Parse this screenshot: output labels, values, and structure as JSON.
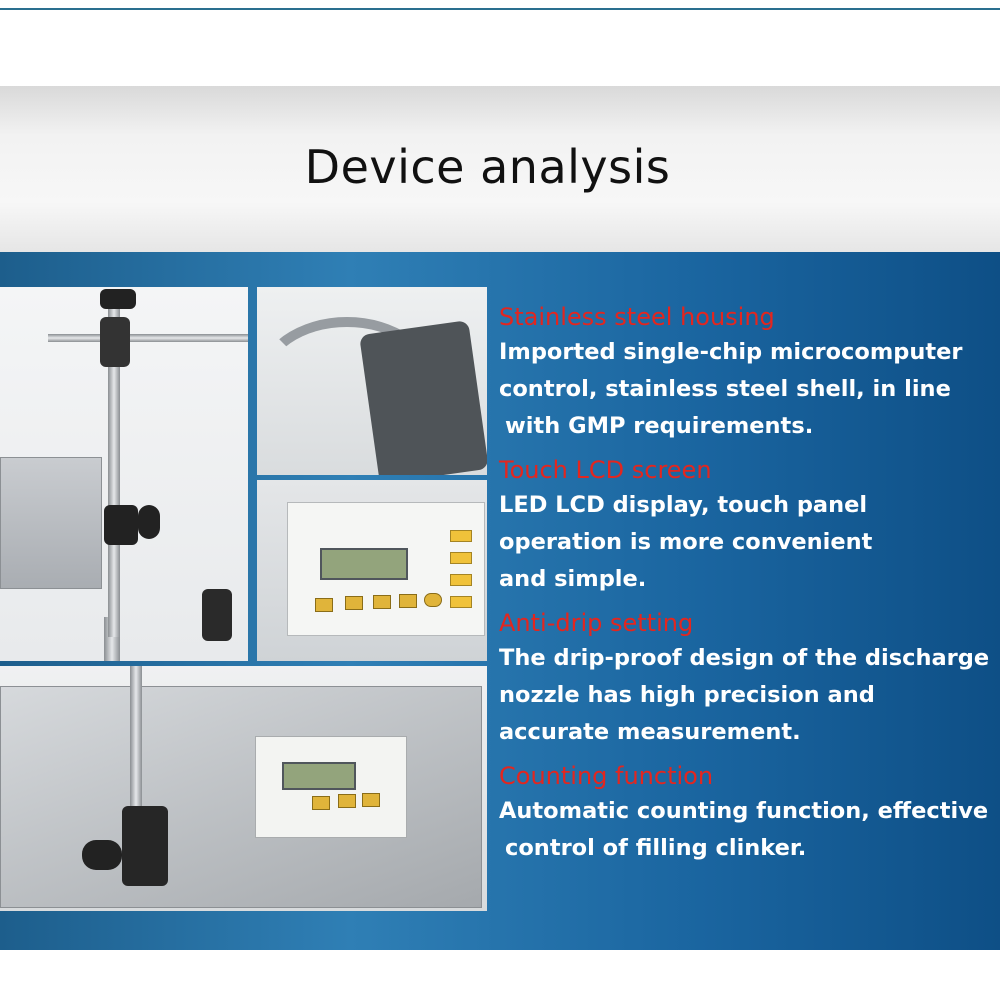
{
  "title": "Device analysis",
  "features": [
    {
      "heading": "Stainless steel housing",
      "lines": [
        "Imported single-chip microcomputer",
        "control, stainless steel shell, in line",
        " with GMP requirements."
      ]
    },
    {
      "heading": "Touch LCD screen",
      "lines": [
        "LED LCD display, touch panel",
        "operation is more convenient",
        "and simple."
      ]
    },
    {
      "heading": "Anti-drip setting",
      "lines": [
        "The drip-proof design of the discharge",
        "nozzle has high precision and",
        "accurate measurement."
      ]
    },
    {
      "heading": "Counting function",
      "lines": [
        "Automatic counting function, effective",
        " control of filling clinker."
      ]
    }
  ],
  "colors": {
    "heading": "#e3261f",
    "body_text": "#ffffff",
    "panel": "#1f6aa3",
    "title": "#111111"
  }
}
